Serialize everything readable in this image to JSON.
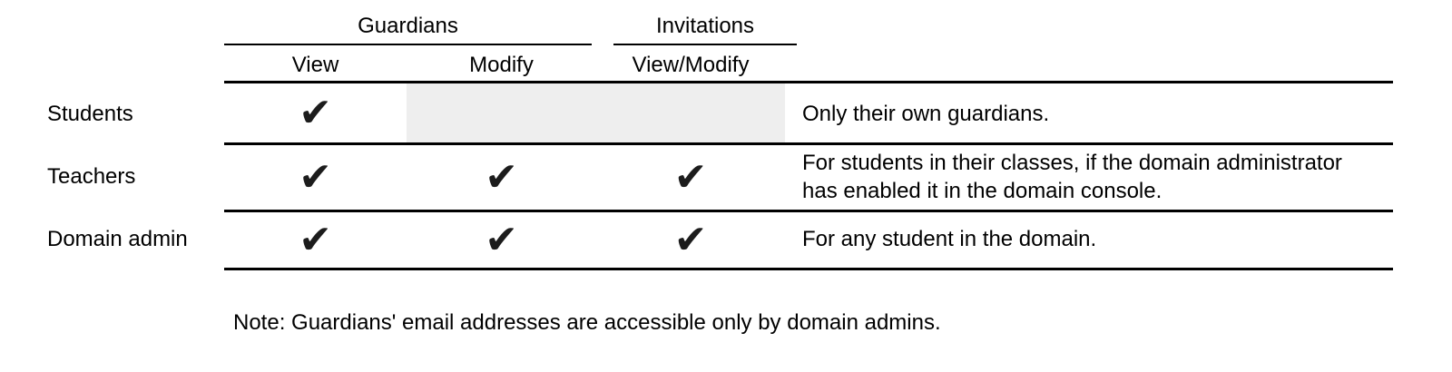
{
  "colors": {
    "background": "#ffffff",
    "text": "#000000",
    "rule": "#000000",
    "check": "#1c1c1c",
    "unavailable_cell_bg": "#eeeeee"
  },
  "symbols": {
    "check": "✔"
  },
  "table": {
    "column_groups": [
      {
        "label": "Guardians",
        "subcolumns": [
          "View",
          "Modify"
        ]
      },
      {
        "label": "Invitations",
        "subcolumns": [
          "View/Modify"
        ]
      }
    ],
    "rows": [
      {
        "label": "Students",
        "view": true,
        "modify": false,
        "view_modify": false,
        "modify_cells_unavailable": true,
        "note_lines": [
          "Only their own guardians."
        ]
      },
      {
        "label": "Teachers",
        "view": true,
        "modify": true,
        "view_modify": true,
        "modify_cells_unavailable": false,
        "note_lines": [
          "For students in their classes, if the domain administrator",
          "has enabled it in the domain console."
        ]
      },
      {
        "label": "Domain admin",
        "view": true,
        "modify": true,
        "view_modify": true,
        "modify_cells_unavailable": false,
        "note_lines": [
          "For any student in the domain."
        ]
      }
    ]
  },
  "footer": {
    "note": "Note: Guardians' email addresses are accessible only by domain admins."
  }
}
